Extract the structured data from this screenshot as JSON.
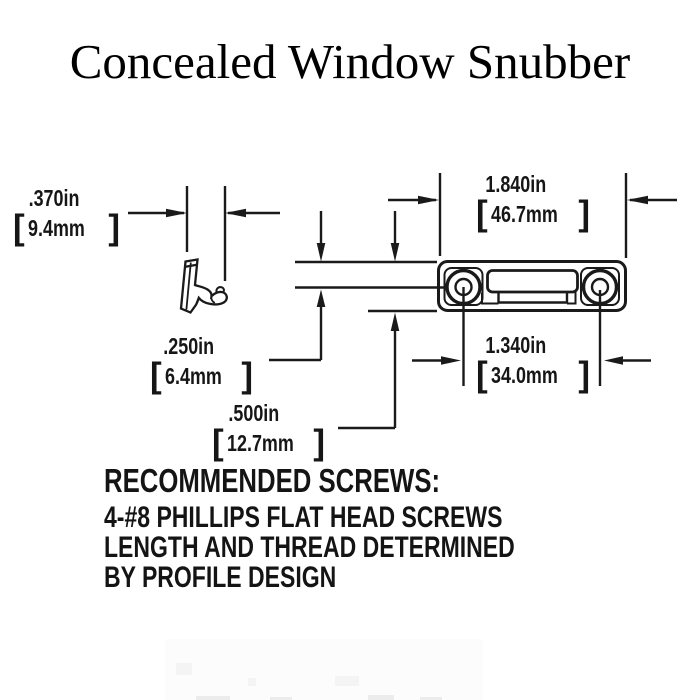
{
  "title": "Concealed Window Snubber",
  "symbols": {
    "bracket_open": "[",
    "bracket_close": "]"
  },
  "dimensions": {
    "profile_width": {
      "inches": ".370in",
      "mm": "9.4mm"
    },
    "overall_length": {
      "inches": "1.840in",
      "mm": "46.7mm"
    },
    "hole_offset": {
      "inches": ".250in",
      "mm": "6.4mm"
    },
    "body_width": {
      "inches": ".500in",
      "mm": "12.7mm"
    },
    "hole_spacing": {
      "inches": "1.340in",
      "mm": "34.0mm"
    }
  },
  "notes": {
    "heading": "RECOMMENDED SCREWS:",
    "lines": [
      "4-#8 PHILLIPS FLAT HEAD SCREWS",
      "LENGTH AND THREAD DETERMINED",
      "BY PROFILE DESIGN"
    ]
  }
}
